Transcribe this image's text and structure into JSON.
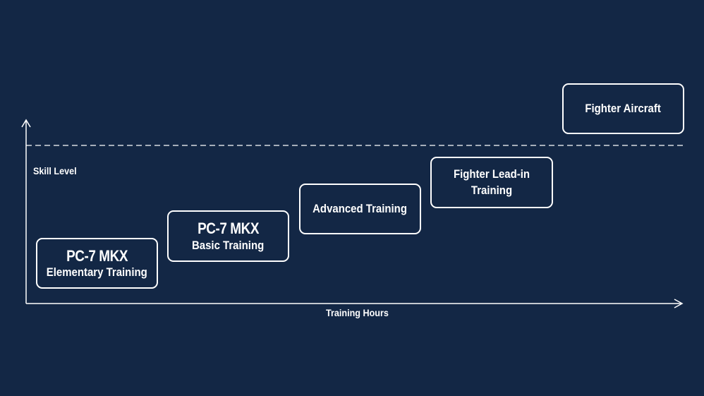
{
  "axes": {
    "y_label": "Skill Level",
    "x_label": "Training Hours"
  },
  "stages": [
    {
      "model": "PC-7 MKX",
      "name": "Elementary Training"
    },
    {
      "model": "PC-7 MKX",
      "name": "Basic Training"
    },
    {
      "model": "",
      "name": "Advanced Training"
    },
    {
      "model": "",
      "name": "Fighter Lead-in Training"
    },
    {
      "model": "",
      "name": "Fighter Aircraft"
    }
  ],
  "colors": {
    "background": "#132745",
    "foreground": "#ffffff"
  }
}
